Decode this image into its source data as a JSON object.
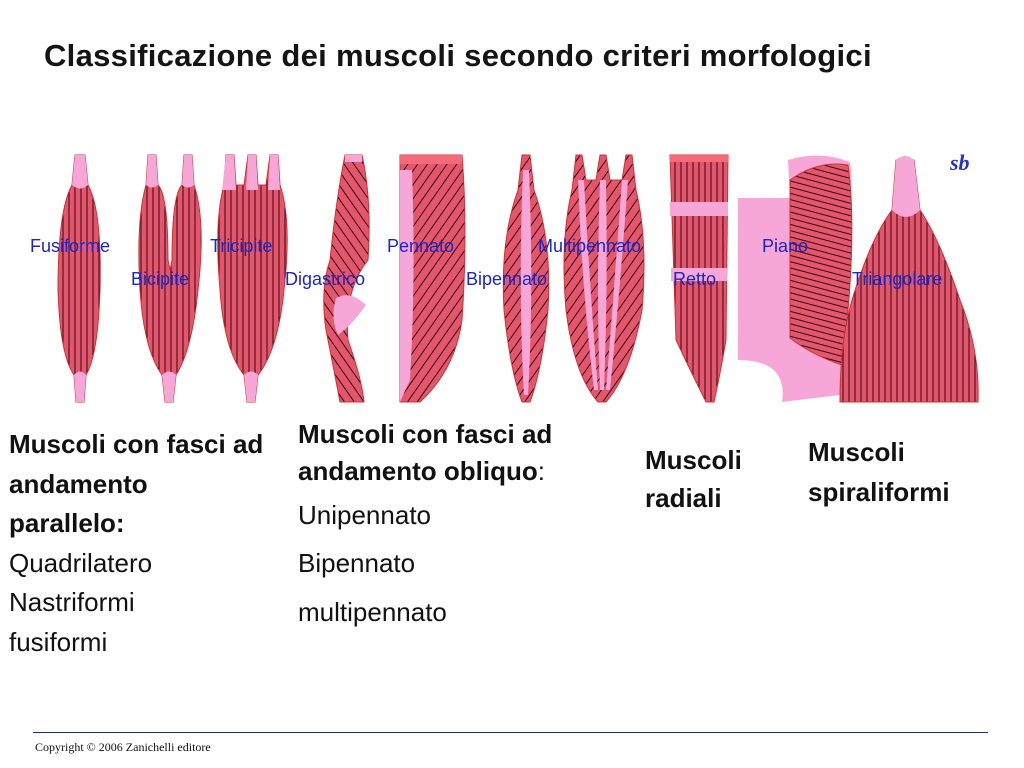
{
  "slide": {
    "title": "Classificazione dei muscoli secondo criteri morfologici",
    "copyright": "Copyright © 2006 Zanichelli editore",
    "signature": "sb"
  },
  "muscle_labels": {
    "fusiforme": "Fusiforme",
    "bicipite": "Bicipite",
    "tricipite": "Tricipite",
    "digastrico": "Digastrico",
    "pennato": "Pennato",
    "bipennato": "Bipennato",
    "multipennato": "Multipennato",
    "retto": "Retto",
    "piano": "Piano",
    "triangolare": "Triangolare"
  },
  "categories": {
    "parallel": {
      "heading": "Muscoli con fasci ad andamento parallelo:",
      "items": [
        "Quadrilatero",
        "Nastriformi",
        "fusiformi"
      ]
    },
    "oblique": {
      "heading": "Muscoli con fasci ad andamento obliquo",
      "suffix": ":",
      "items": [
        "Unipennato",
        "Bipennato",
        "multipennato"
      ]
    },
    "radial": {
      "heading": "Muscoli radiali"
    },
    "spiral": {
      "heading": "Muscoli spiraliformi"
    }
  },
  "colors": {
    "muscle": "#e5566d",
    "tendon": "#f7a6d8",
    "stripe": "#2a0a12",
    "label": "#1a26c8",
    "footer_line": "#1c2f74"
  }
}
